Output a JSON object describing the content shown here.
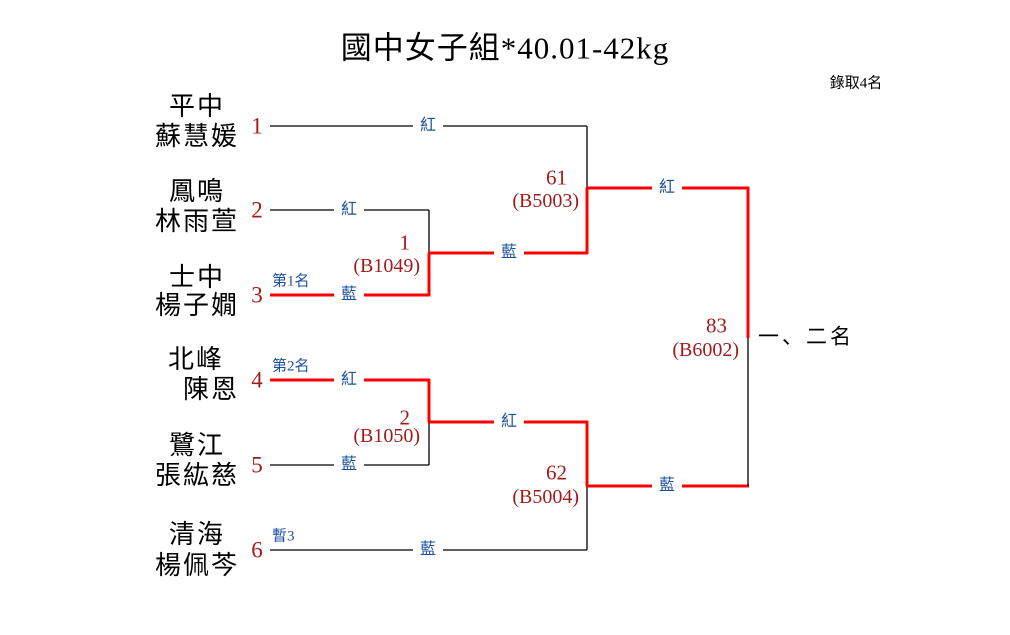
{
  "title": "國中女子組*40.01-42kg",
  "quota_note": "錄取4名",
  "entrants": [
    {
      "seed": "1",
      "school": "平中",
      "name": "蘇慧媛",
      "result_note": ""
    },
    {
      "seed": "2",
      "school": "鳳鳴",
      "name": "林雨萱",
      "result_note": ""
    },
    {
      "seed": "3",
      "school": "士中",
      "name": "楊子嫺",
      "result_note": "第1名"
    },
    {
      "seed": "4",
      "school": "北峰",
      "name": "陳恩",
      "result_note": "第2名"
    },
    {
      "seed": "5",
      "school": "鷺江",
      "name": "張紘慈",
      "result_note": ""
    },
    {
      "seed": "6",
      "school": "清海",
      "name": "楊佩芩",
      "result_note": "暫3"
    }
  ],
  "matches": [
    {
      "number": "1",
      "code": "(B1049)",
      "red_label": "紅",
      "blue_label": "藍",
      "winner": "藍",
      "red": "seed 2",
      "blue": "seed 3"
    },
    {
      "number": "2",
      "code": "(B1050)",
      "red_label": "紅",
      "blue_label": "藍",
      "winner": "紅",
      "red": "seed 4",
      "blue": "seed 5"
    },
    {
      "number": "61",
      "code": "(B5003)",
      "red_label": "紅",
      "blue_label": "藍",
      "winner": "藍",
      "red": "seed 1",
      "blue": "winner of match 1"
    },
    {
      "number": "62",
      "code": "(B5004)",
      "red_label": "紅",
      "blue_label": "藍",
      "winner": "紅",
      "red": "winner of match 2",
      "blue": "seed 6"
    },
    {
      "number": "83",
      "code": "(B6002)",
      "red_label": "紅",
      "blue_label": "藍",
      "winner": "紅",
      "red": "winner of match 61",
      "blue": "winner of match 62"
    }
  ],
  "final_label": "一、二名",
  "colors": {
    "winner_path": "#ff0000",
    "plain_path": "#000000",
    "seed_number": "#a01c1c",
    "corner_label": "#1c4f9c",
    "match_info": "#a01c1c"
  }
}
